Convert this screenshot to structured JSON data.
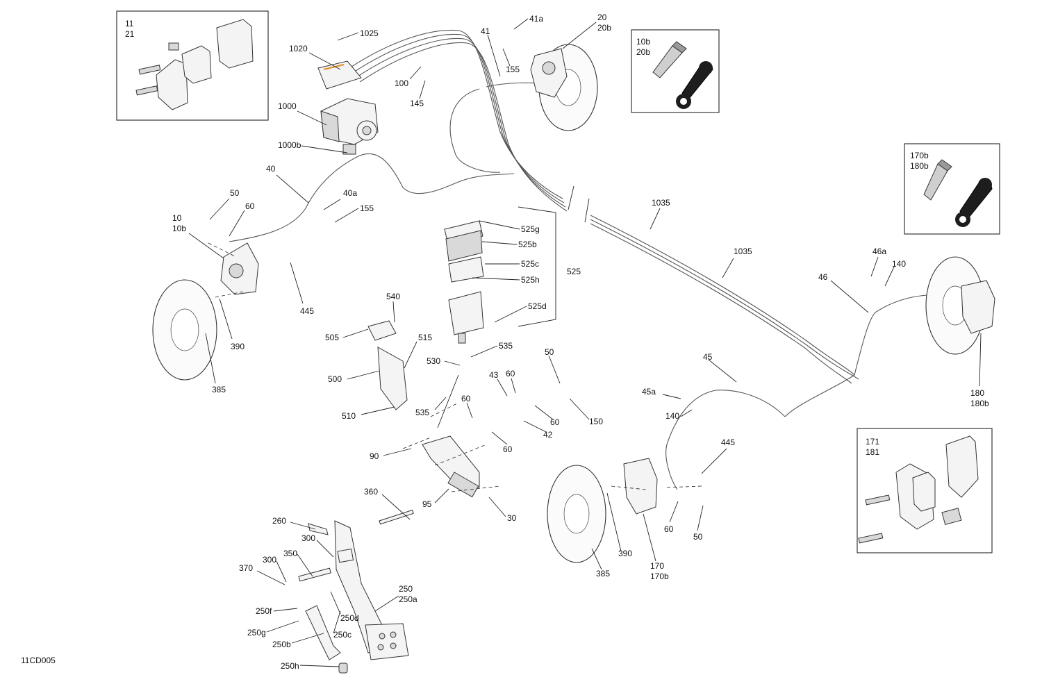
{
  "diagram_code": "11CD005",
  "inset_boxes": {
    "front_pads": {
      "lines": [
        "11",
        "21"
      ]
    },
    "bleeder_front": {
      "lines": [
        "10b",
        "20b"
      ]
    },
    "bleeder_rear": {
      "lines": [
        "170b",
        "180b"
      ]
    },
    "rear_pads": {
      "lines": [
        "171",
        "181"
      ]
    }
  },
  "callouts": {
    "c1025": "1025",
    "c1020": "1020",
    "c1000": "1000",
    "c1000b": "1000b",
    "c41a": "41a",
    "c41": "41",
    "c20": "20",
    "c20b": "20b",
    "c155top": "155",
    "c100": "100",
    "c145": "145",
    "c40": "40",
    "c50a": "50",
    "c60a": "60",
    "c10": "10",
    "c10b": "10b",
    "c40a": "40a",
    "c155": "155",
    "c445a": "445",
    "c390a": "390",
    "c385a": "385",
    "c525g": "525g",
    "c525b": "525b",
    "c525c": "525c",
    "c525h": "525h",
    "c525": "525",
    "c525d": "525d",
    "c1035a": "1035",
    "c1035b": "1035",
    "c46a": "46a",
    "c140a": "140",
    "c46": "46",
    "c180": "180",
    "c180b": "180b",
    "c540": "540",
    "c505": "505",
    "c515": "515",
    "c500": "500",
    "c510": "510",
    "c535a": "535",
    "c530": "530",
    "c535b": "535",
    "c43": "43",
    "c60b": "60",
    "c50b": "50",
    "c60c": "60",
    "c60d": "60",
    "c42": "42",
    "c150": "150",
    "c60e": "60",
    "c90": "90",
    "c95": "95",
    "c30": "30",
    "c360": "360",
    "c45": "45",
    "c45a": "45a",
    "c140b": "140",
    "c445b": "445",
    "c60f": "60",
    "c50c": "50",
    "c390b": "390",
    "c385b": "385",
    "c170": "170",
    "c170b": "170b",
    "c260": "260",
    "c300a": "300",
    "c350": "350",
    "c300b": "300",
    "c370": "370",
    "c250": "250",
    "c250a": "250a",
    "c250f": "250f",
    "c250d": "250d",
    "c250g": "250g",
    "c250c": "250c",
    "c250b": "250b",
    "c250h": "250h"
  }
}
